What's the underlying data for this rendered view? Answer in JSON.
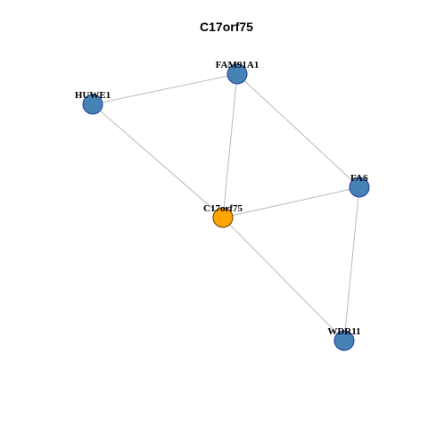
{
  "title": "C17orf75",
  "nodes": [
    {
      "id": "FAM91A1",
      "label": "FAM91A1",
      "color": "#4682b4",
      "border": "#1e3aa0"
    },
    {
      "id": "HUWE1",
      "label": "HUWE1",
      "color": "#4682b4",
      "border": "#1e3aa0"
    },
    {
      "id": "FAS",
      "label": "FAS",
      "color": "#4682b4",
      "border": "#1e3aa0"
    },
    {
      "id": "C17orf75",
      "label": "C17orf75",
      "color": "#ffa500",
      "border": "#5a4000"
    },
    {
      "id": "WDR11",
      "label": "WDR11",
      "color": "#4682b4",
      "border": "#1e3aa0"
    }
  ],
  "edges": [
    {
      "source": "HUWE1",
      "target": "FAM91A1"
    },
    {
      "source": "HUWE1",
      "target": "C17orf75"
    },
    {
      "source": "FAM91A1",
      "target": "C17orf75"
    },
    {
      "source": "FAM91A1",
      "target": "FAS"
    },
    {
      "source": "C17orf75",
      "target": "FAS"
    },
    {
      "source": "C17orf75",
      "target": "WDR11"
    },
    {
      "source": "FAS",
      "target": "WDR11"
    }
  ]
}
